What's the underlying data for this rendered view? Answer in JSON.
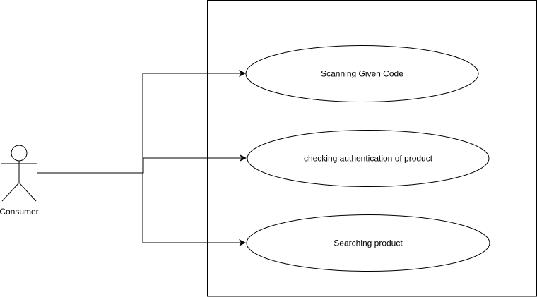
{
  "diagram": {
    "actor": {
      "label": "Consumer"
    },
    "use_cases": [
      {
        "label": "Scanning Given Code"
      },
      {
        "label": "checking authentication of product"
      },
      {
        "label": "Searching product"
      }
    ],
    "colors": {
      "stroke": "#000000",
      "fill": "#ffffff",
      "text": "#000000"
    }
  }
}
